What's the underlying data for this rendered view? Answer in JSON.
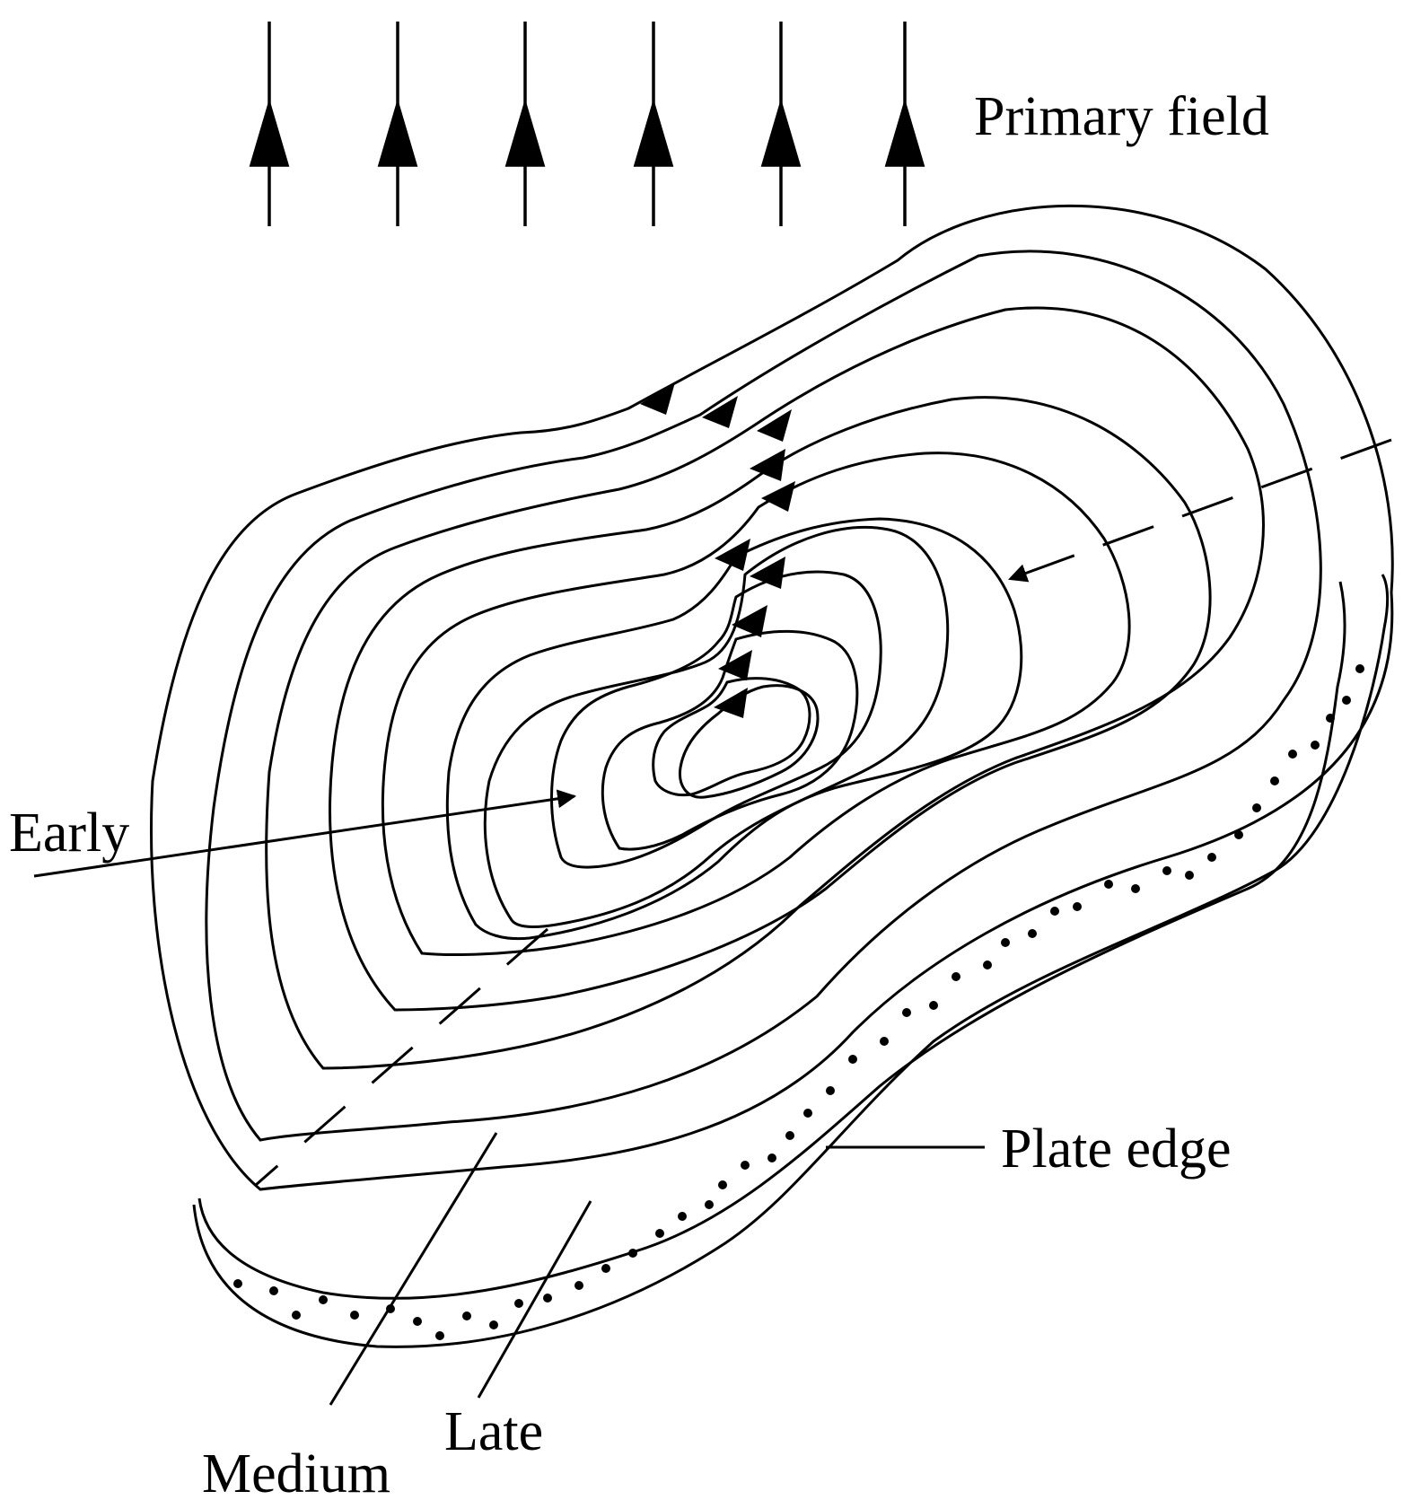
{
  "labels": {
    "primary_field": "Primary field",
    "early": "Early",
    "plate_edge": "Plate edge",
    "medium": "Medium",
    "late": "Late"
  },
  "colors": {
    "ink": "#000000",
    "background": "#ffffff"
  },
  "icons": {
    "field_arrow": "arrowhead-up-icon",
    "current_arrow": "arrowhead-left-icon"
  },
  "primary_field_arrow_count": 6,
  "current_loop_count": 11
}
